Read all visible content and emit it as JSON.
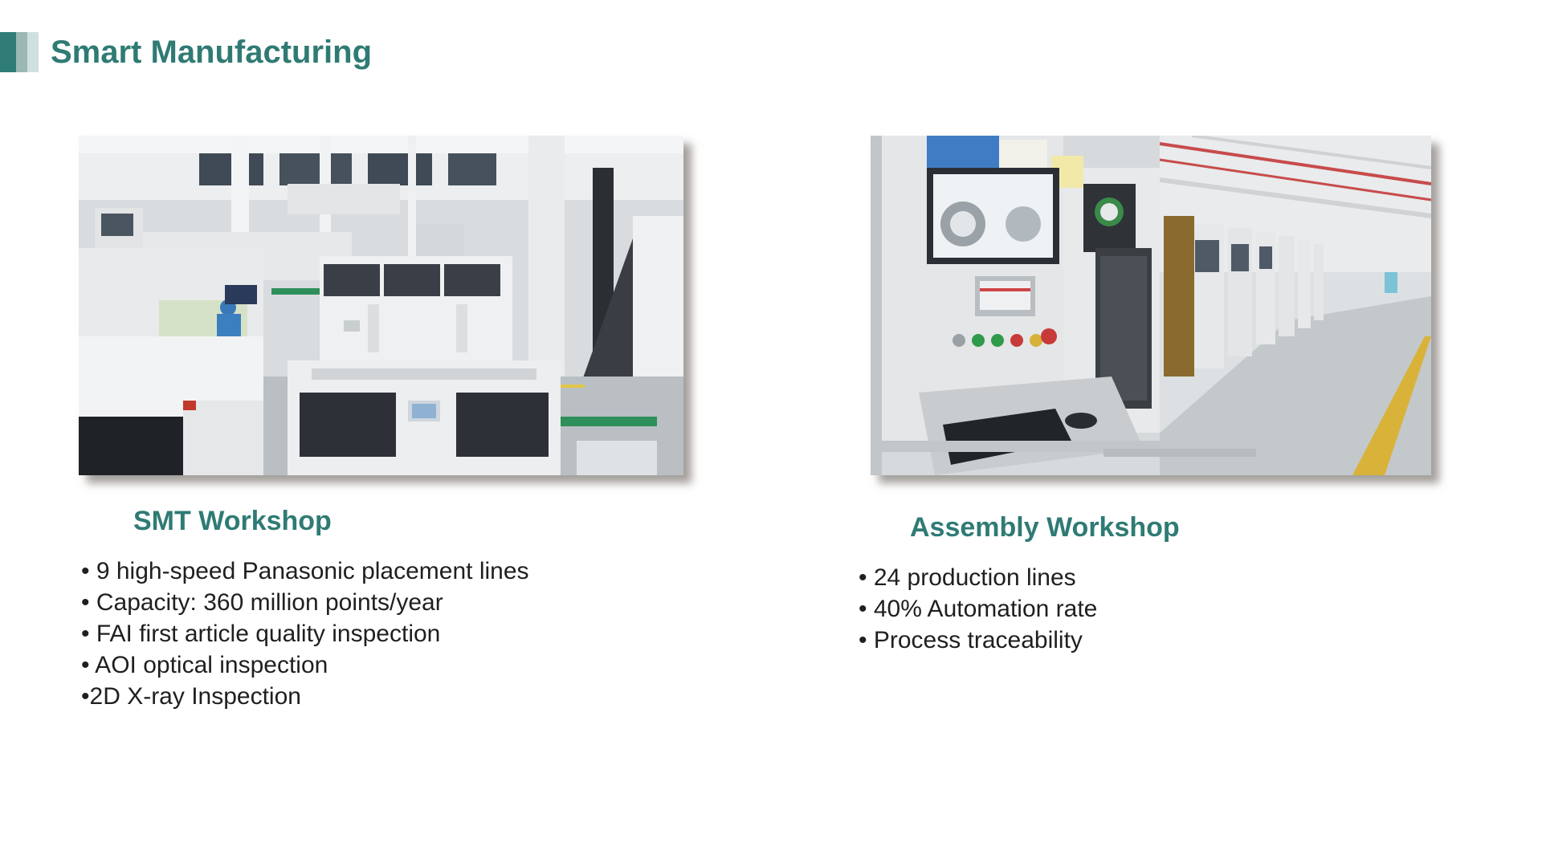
{
  "header": {
    "title": "Smart Manufacturing",
    "accent_colors": [
      "#2f7d76",
      "#9bb8b4",
      "#cfe1de"
    ]
  },
  "sections": [
    {
      "caption": "SMT Workshop",
      "image": "smt-workshop-photo",
      "bullets": [
        "• 9 high-speed Panasonic placement lines",
        "• Capacity: 360 million points/year",
        "• FAI first article quality inspection",
        "• AOI optical inspection",
        "•2D X-ray Inspection"
      ]
    },
    {
      "caption": "Assembly Workshop",
      "image": "assembly-workshop-photo",
      "bullets": [
        "• 24 production lines",
        "• 40% Automation rate",
        "• Process traceability"
      ]
    }
  ],
  "colors": {
    "title": "#2f7b74",
    "body_text": "#1f1f1f",
    "background": "#ffffff"
  }
}
